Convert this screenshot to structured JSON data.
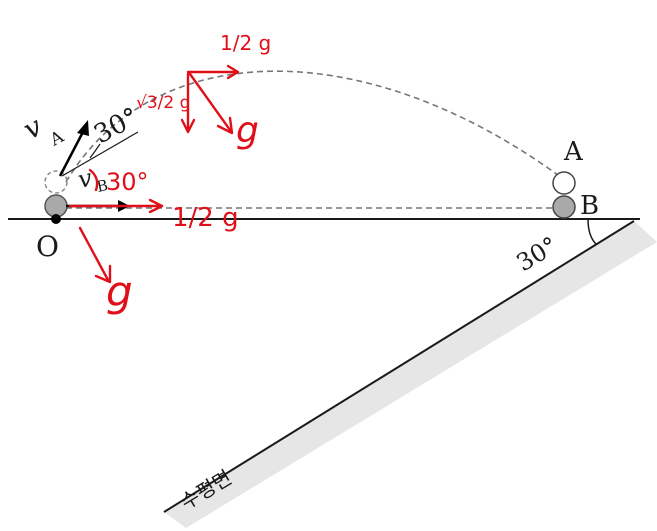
{
  "labels": {
    "va": "v",
    "va_sub": "A",
    "vb": "v",
    "vb_sub": "B",
    "angle_launch": "30°",
    "origin": "O",
    "point_a": "A",
    "point_b": "B",
    "angle_incline": "30°",
    "plane": "수평면"
  },
  "annotations": {
    "half_g_frac": "1/2 g",
    "sqrt3_half_g": "√3/2 g",
    "g_apex": "g",
    "small_angle": "30°",
    "half_g_lower": "1/2 g",
    "g_lower": "g"
  },
  "colors": {
    "ink_red": "#e0101a",
    "line_dark": "#1a1a1a",
    "dash_gray": "#777777",
    "ball_gray": "#a9a9a9",
    "incline_fill": "#e6e6e6"
  }
}
